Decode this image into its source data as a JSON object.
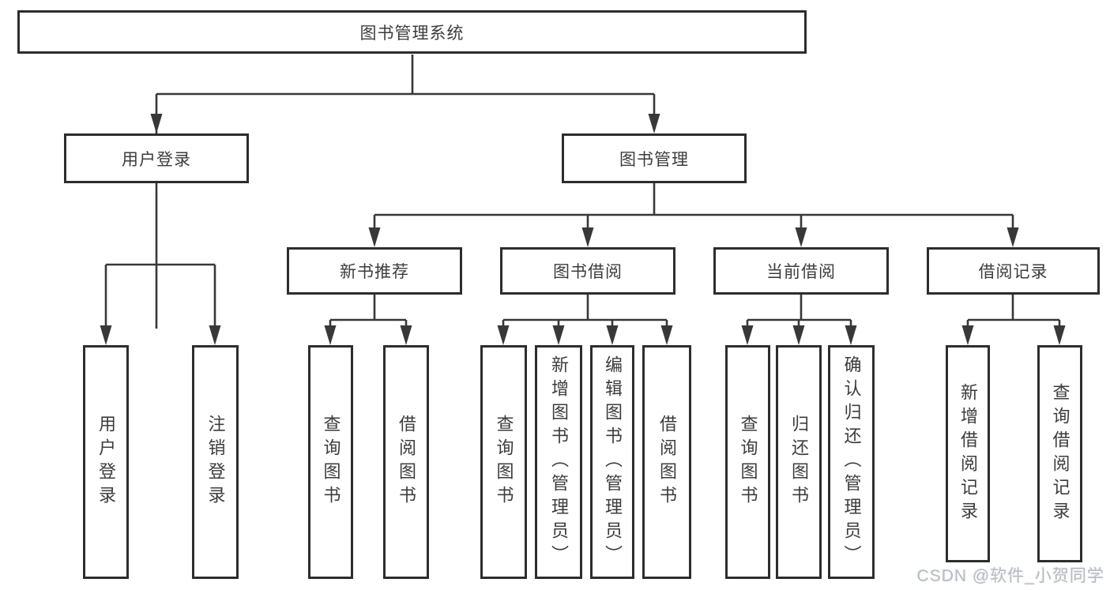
{
  "colors": {
    "line": "#383838",
    "box_border": "#2d2d2d",
    "text": "#3c3c3c",
    "watermark_text": "#b6bbc4"
  },
  "tree": {
    "root": {
      "label": "图书管理系统"
    },
    "children": [
      {
        "label": "用户登录",
        "children": [
          {
            "label": "用户登录"
          },
          {
            "label": "注销登录"
          }
        ]
      },
      {
        "label": "图书管理",
        "children": [
          {
            "label": "新书推荐",
            "children": [
              {
                "label": "查询图书"
              },
              {
                "label": "借阅图书"
              }
            ]
          },
          {
            "label": "图书借阅",
            "children": [
              {
                "label": "查询图书"
              },
              {
                "label": "新增图书（管理员）"
              },
              {
                "label": "编辑图书（管理员）"
              },
              {
                "label": "借阅图书"
              }
            ]
          },
          {
            "label": "当前借阅",
            "children": [
              {
                "label": "查询图书"
              },
              {
                "label": "归还图书"
              },
              {
                "label": "确认归还（管理员）"
              }
            ]
          },
          {
            "label": "借阅记录",
            "children": [
              {
                "label": "新增借阅记录"
              },
              {
                "label": "查询借阅记录"
              }
            ]
          }
        ]
      }
    ]
  },
  "watermark": {
    "text": "CSDN @软件_小贺同学"
  }
}
